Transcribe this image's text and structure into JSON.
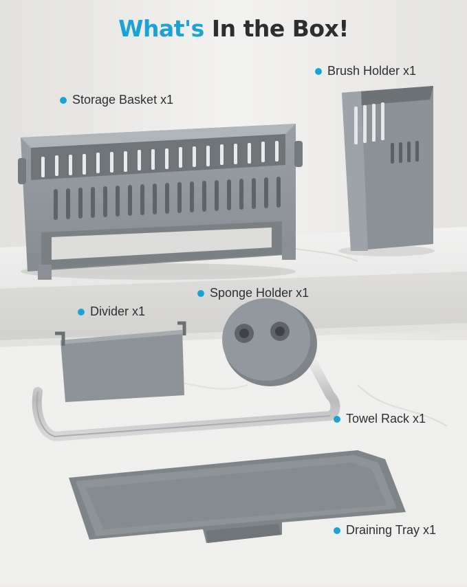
{
  "title": {
    "prefix": "What's",
    "rest": "In the Box!"
  },
  "colors": {
    "accent": "#1ba3d6",
    "product_gray": "#8e9499",
    "text": "#2f2f2f"
  },
  "items": [
    {
      "label": "Storage Basket x1"
    },
    {
      "label": "Brush Holder x1"
    },
    {
      "label": "Sponge Holder x1"
    },
    {
      "label": "Divider x1"
    },
    {
      "label": "Towel Rack x1"
    },
    {
      "label": "Draining Tray x1"
    }
  ]
}
